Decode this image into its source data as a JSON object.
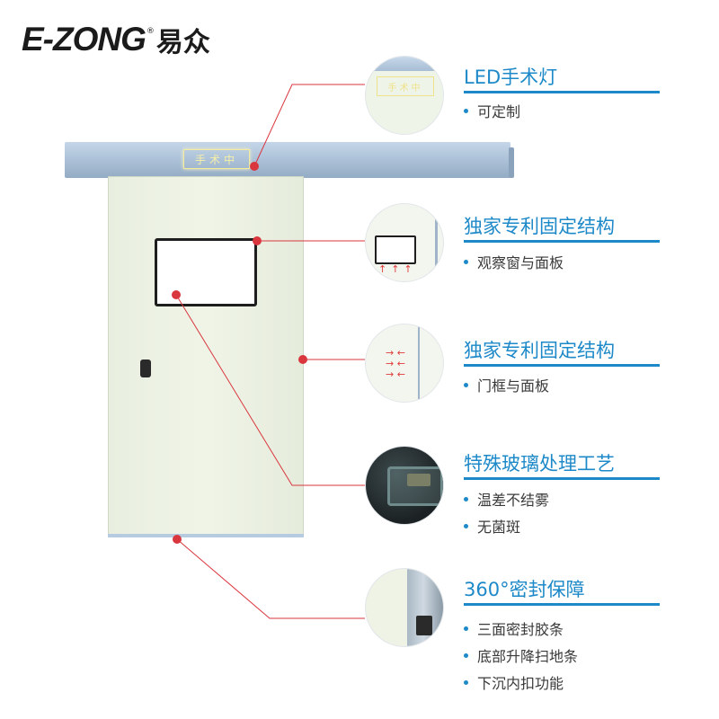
{
  "brand": {
    "logo_latin": "E-ZONG",
    "logo_registered": "®",
    "logo_cn": "易众",
    "accent_color": "#1d89c8",
    "line_color": "#d9363e"
  },
  "door": {
    "sign_text": "手术中"
  },
  "features": [
    {
      "title": "LED手术灯",
      "bullets": [
        "可定制"
      ],
      "icon": "led-sign-closeup",
      "sign_text": "手术中"
    },
    {
      "title": "独家专利固定结构",
      "bullets": [
        "观察窗与面板"
      ],
      "icon": "window-panel-closeup"
    },
    {
      "title": "独家专利固定结构",
      "bullets": [
        "门框与面板"
      ],
      "icon": "frame-panel-closeup"
    },
    {
      "title": "特殊玻璃处理工艺",
      "bullets": [
        "温差不结雾",
        "无菌斑"
      ],
      "icon": "glass-closeup"
    },
    {
      "title": "360°密封保障",
      "bullets": [
        "三面密封胶条",
        "底部升降扫地条",
        "下沉内扣功能"
      ],
      "icon": "seal-profile-closeup"
    }
  ]
}
